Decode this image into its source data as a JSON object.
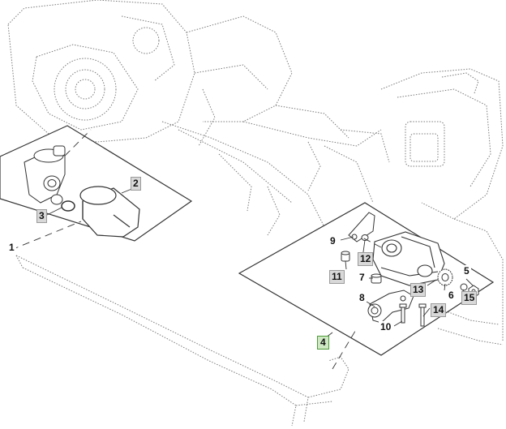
{
  "callouts": [
    {
      "id": "1",
      "label": "1",
      "style": "plain"
    },
    {
      "id": "2",
      "label": "2",
      "style": "boxed"
    },
    {
      "id": "3",
      "label": "3",
      "style": "boxed"
    },
    {
      "id": "4",
      "label": "4",
      "style": "assembly"
    },
    {
      "id": "5",
      "label": "5",
      "style": "plain"
    },
    {
      "id": "6",
      "label": "6",
      "style": "plain"
    },
    {
      "id": "7",
      "label": "7",
      "style": "plain"
    },
    {
      "id": "8",
      "label": "8",
      "style": "plain"
    },
    {
      "id": "9",
      "label": "9",
      "style": "plain"
    },
    {
      "id": "10",
      "label": "10",
      "style": "plain"
    },
    {
      "id": "11",
      "label": "11",
      "style": "boxed"
    },
    {
      "id": "12",
      "label": "12",
      "style": "boxed"
    },
    {
      "id": "13",
      "label": "13",
      "style": "boxed"
    },
    {
      "id": "14",
      "label": "14",
      "style": "boxed"
    },
    {
      "id": "15",
      "label": "15",
      "style": "boxed"
    }
  ],
  "colors": {
    "line": "#333333",
    "background_drawing": "#7a7a7a",
    "callout_box": "#d8d8d8",
    "assembly_box": "#cde8c2",
    "assembly_border": "#4f9a3c"
  }
}
